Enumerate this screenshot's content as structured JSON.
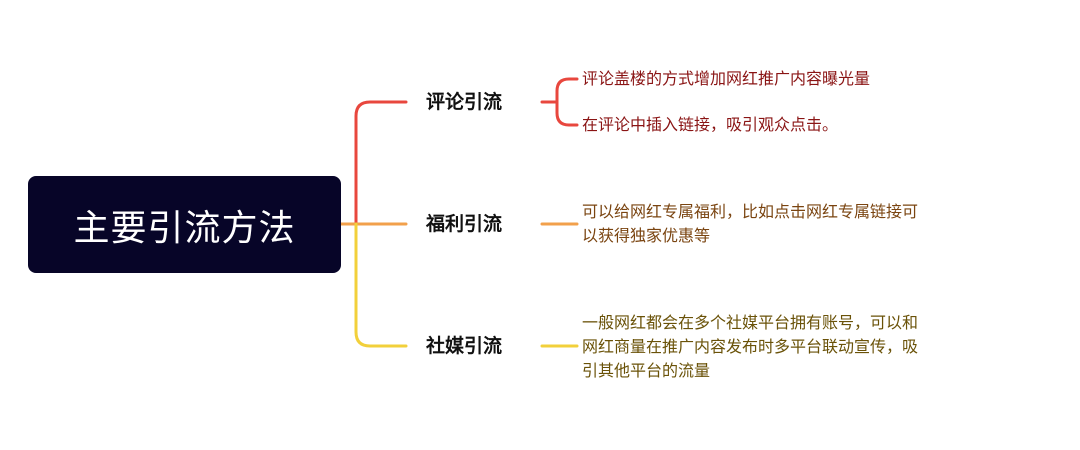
{
  "colors": {
    "root_bg": "#070528",
    "branch_red": "#e8473e",
    "branch_orange": "#f2a04b",
    "branch_yellow": "#f2d03b",
    "leaf_red_text": "#8a1414",
    "leaf_orange_text": "#7a4410",
    "leaf_gold_text": "#6a5208"
  },
  "root": {
    "label": "主要引流方法"
  },
  "branches": [
    {
      "label": "评论引流",
      "color": "#e8473e",
      "details": [
        "评论盖楼的方式增加网红推广内容曝光量",
        "在评论中插入链接，吸引观众点击。"
      ]
    },
    {
      "label": "福利引流",
      "color": "#f2a04b",
      "details": [
        "可以给网红专属福利，比如点击网红专属链接可",
        "以获得独家优惠等"
      ]
    },
    {
      "label": "社媒引流",
      "color": "#f2d03b",
      "details": [
        "一般网红都会在多个社媒平台拥有账号，可以和",
        "网红商量在推广内容发布时多平台联动宣传，吸",
        "引其他平台的流量"
      ]
    }
  ]
}
